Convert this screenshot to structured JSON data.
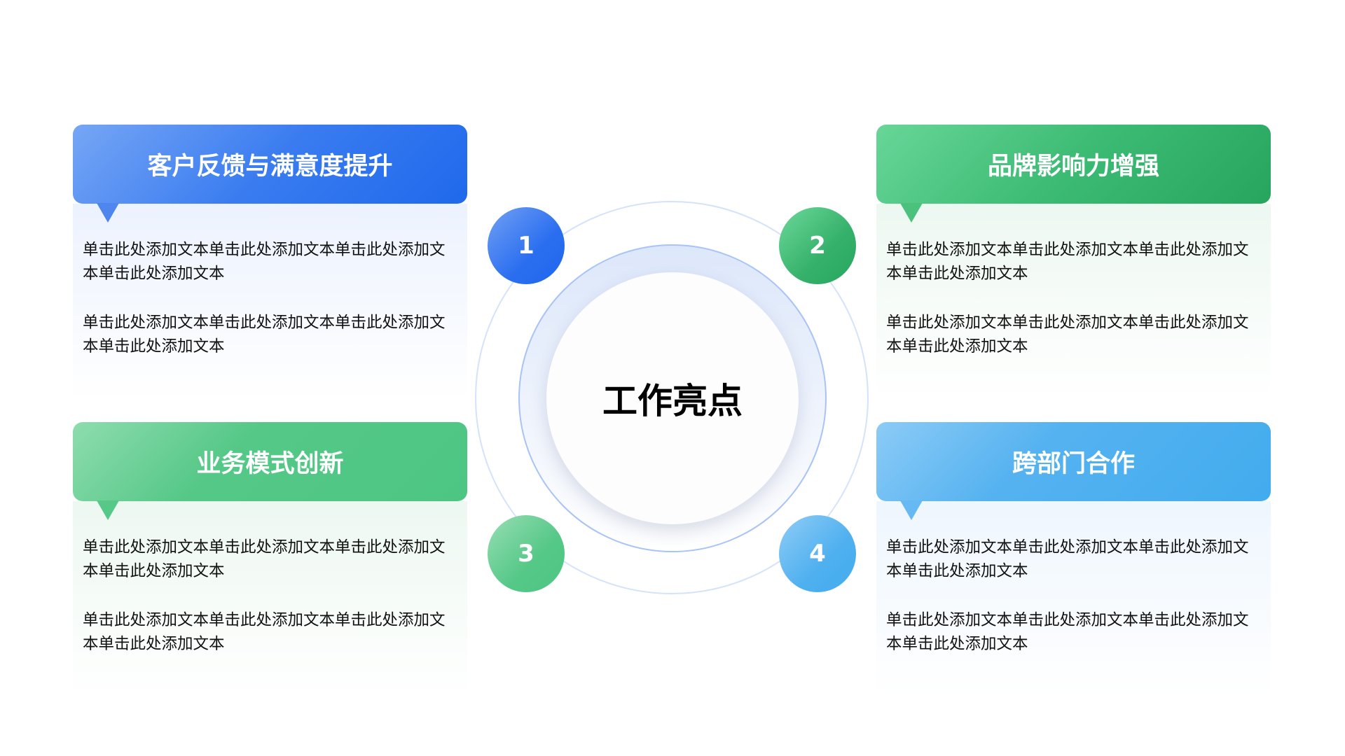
{
  "center": {
    "title": "工作亮点"
  },
  "numbers": [
    "1",
    "2",
    "3",
    "4"
  ],
  "cards": [
    {
      "title": "客户反馈与满意度提升",
      "paragraphs": [
        "单击此处添加文本单击此处添加文本单击此处添加文本单击此处添加文本",
        "单击此处添加文本单击此处添加文本单击此处添加文本单击此处添加文本"
      ],
      "color": "#1f69ec"
    },
    {
      "title": "品牌影响力增强",
      "paragraphs": [
        "单击此处添加文本单击此处添加文本单击此处添加文本单击此处添加文本",
        "单击此处添加文本单击此处添加文本单击此处添加文本单击此处添加文本"
      ],
      "color": "#27a55e"
    },
    {
      "title": "业务模式创新",
      "paragraphs": [
        "单击此处添加文本单击此处添加文本单击此处添加文本单击此处添加文本",
        "单击此处添加文本单击此处添加文本单击此处添加文本单击此处添加文本"
      ],
      "color": "#4dc683"
    },
    {
      "title": "跨部门合作",
      "paragraphs": [
        "单击此处添加文本单击此处添加文本单击此处添加文本单击此处添加文本",
        "单击此处添加文本单击此处添加文本单击此处添加文本单击此处添加文本"
      ],
      "color": "#42acee"
    }
  ]
}
